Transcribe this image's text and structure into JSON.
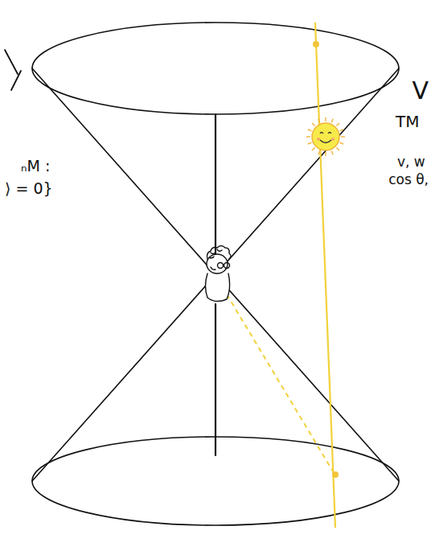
{
  "diagram": {
    "labels": [
      "V",
      "TM",
      "v, w",
      "cos θ,",
      "ₙM :",
      "⟩ = 0}"
    ]
  }
}
